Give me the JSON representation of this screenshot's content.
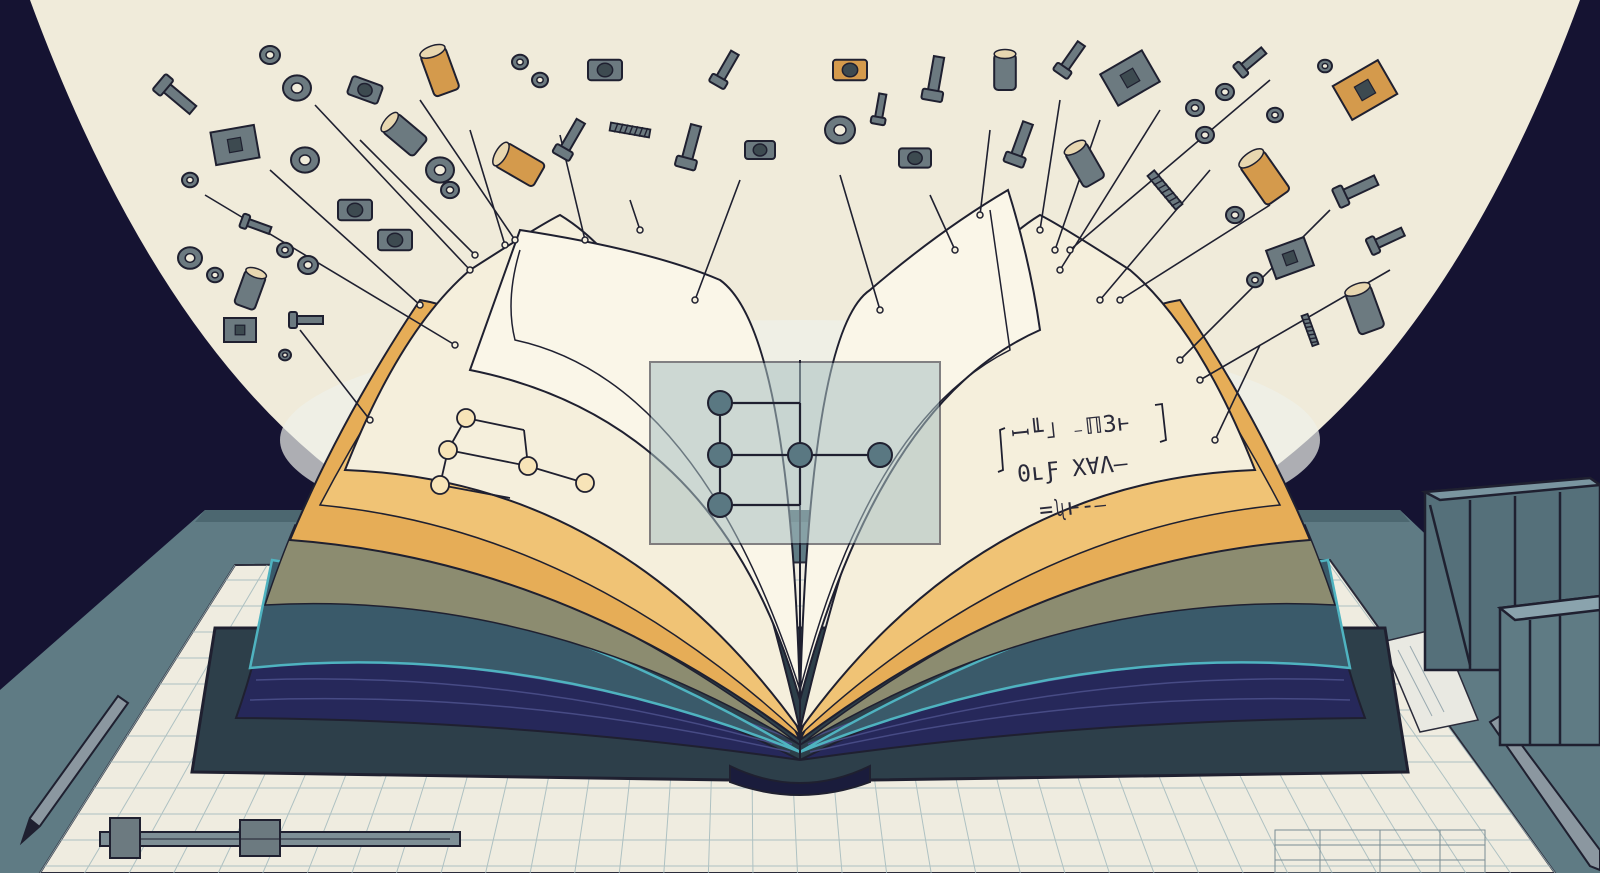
{
  "illustration": {
    "subject": "open-book-exploding-mechanical-parts",
    "palette": {
      "background_dark": "#151332",
      "spotlight_cream": "#f1ecdc",
      "desk_slate": "#5f7b84",
      "page_gold": "#e8b45f",
      "cover_navy": "#26285a",
      "part_gray": "#6c7a80",
      "part_brass": "#d49a4c",
      "overlay_panel": "#b7c8c8",
      "line_ink": "#1f2030"
    },
    "glyph_lines": [
      "ꟷ╙˩ ₋ℿ3ⱶ",
      "0ʟƑ XⱯΛ—",
      "=ʯⱶ-⎯"
    ]
  }
}
